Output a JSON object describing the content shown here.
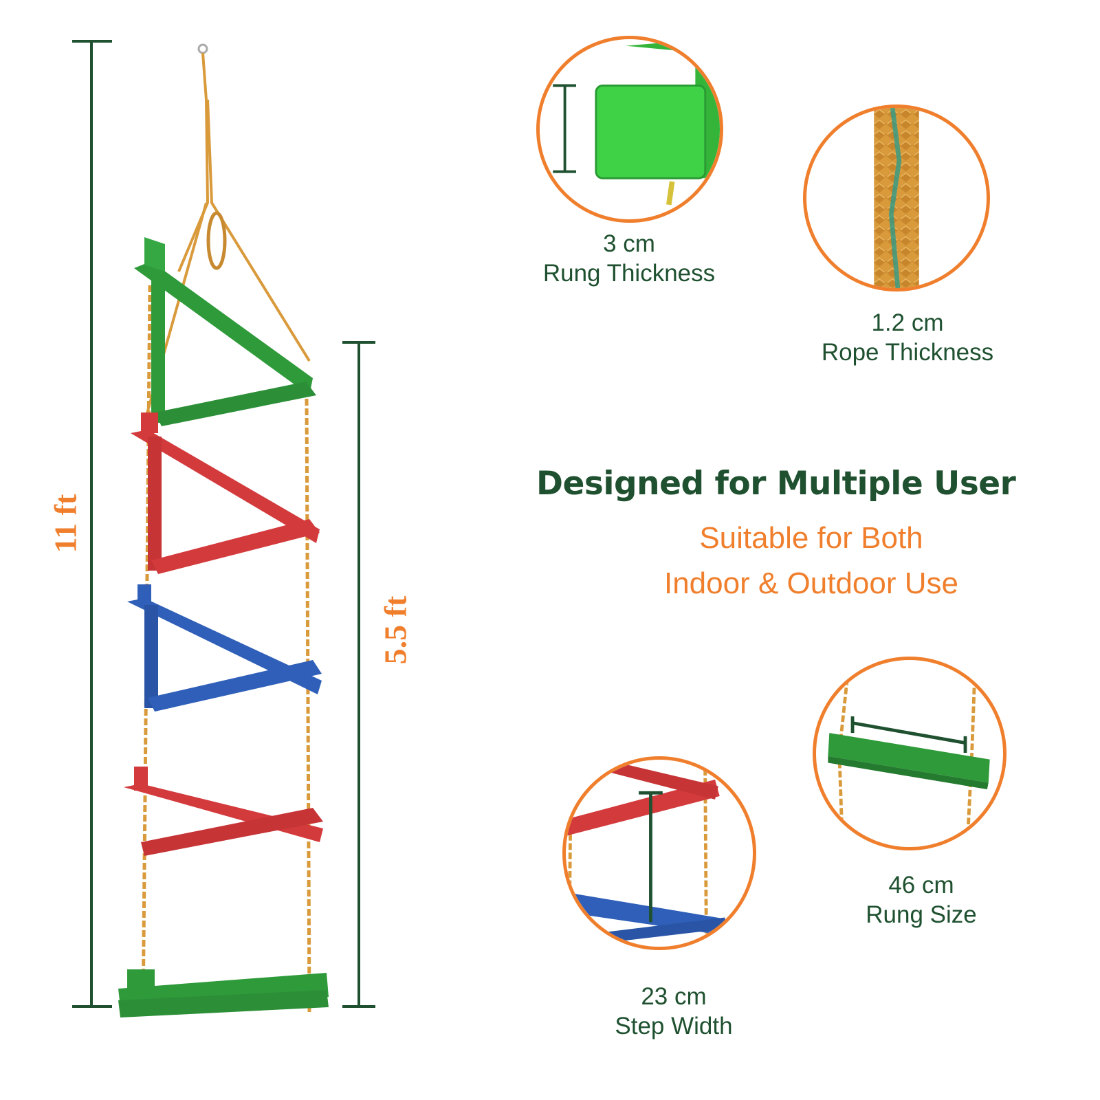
{
  "dimensions": {
    "total_height_label": "11 ft",
    "half_height_label": "5.5 ft"
  },
  "specs": {
    "rung_thickness": {
      "value": "3 cm",
      "label": "Rung Thickness"
    },
    "rope_thickness": {
      "value": "1.2 cm",
      "label": "Rope Thickness"
    },
    "rung_size": {
      "value": "46 cm",
      "label": "Rung Size"
    },
    "step_width": {
      "value": "23 cm",
      "label": "Step Width"
    }
  },
  "headline": {
    "title": "Designed for Multiple User",
    "line1": "Suitable for Both",
    "line2": "Indoor & Outdoor Use"
  },
  "colors": {
    "accent_orange": "#f07f2d",
    "dark_green": "#1f5130",
    "rung_green": "#2f9a3a",
    "rung_red": "#d33a3c",
    "rung_blue": "#2f5fb8",
    "rope_orange": "#d99a3b"
  },
  "rung_sequence": [
    "green",
    "red",
    "blue",
    "red",
    "green"
  ]
}
